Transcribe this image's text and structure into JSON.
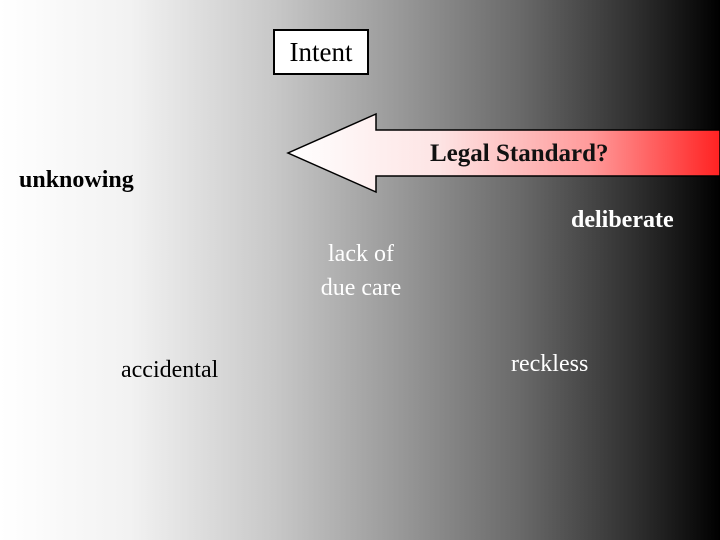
{
  "title": "Intent",
  "arrow": {
    "label": "Legal Standard?",
    "gradient_start_color": "#ffffff",
    "gradient_end_color": "#ff2222",
    "direction": "left"
  },
  "labels": {
    "unknowing": "unknowing",
    "deliberate": "deliberate",
    "lack_of_due_care_line1": "lack of",
    "lack_of_due_care_line2": "due care",
    "accidental": "accidental",
    "reckless": "reckless"
  },
  "colors": {
    "background_left": "#ffffff",
    "background_right": "#000000"
  }
}
